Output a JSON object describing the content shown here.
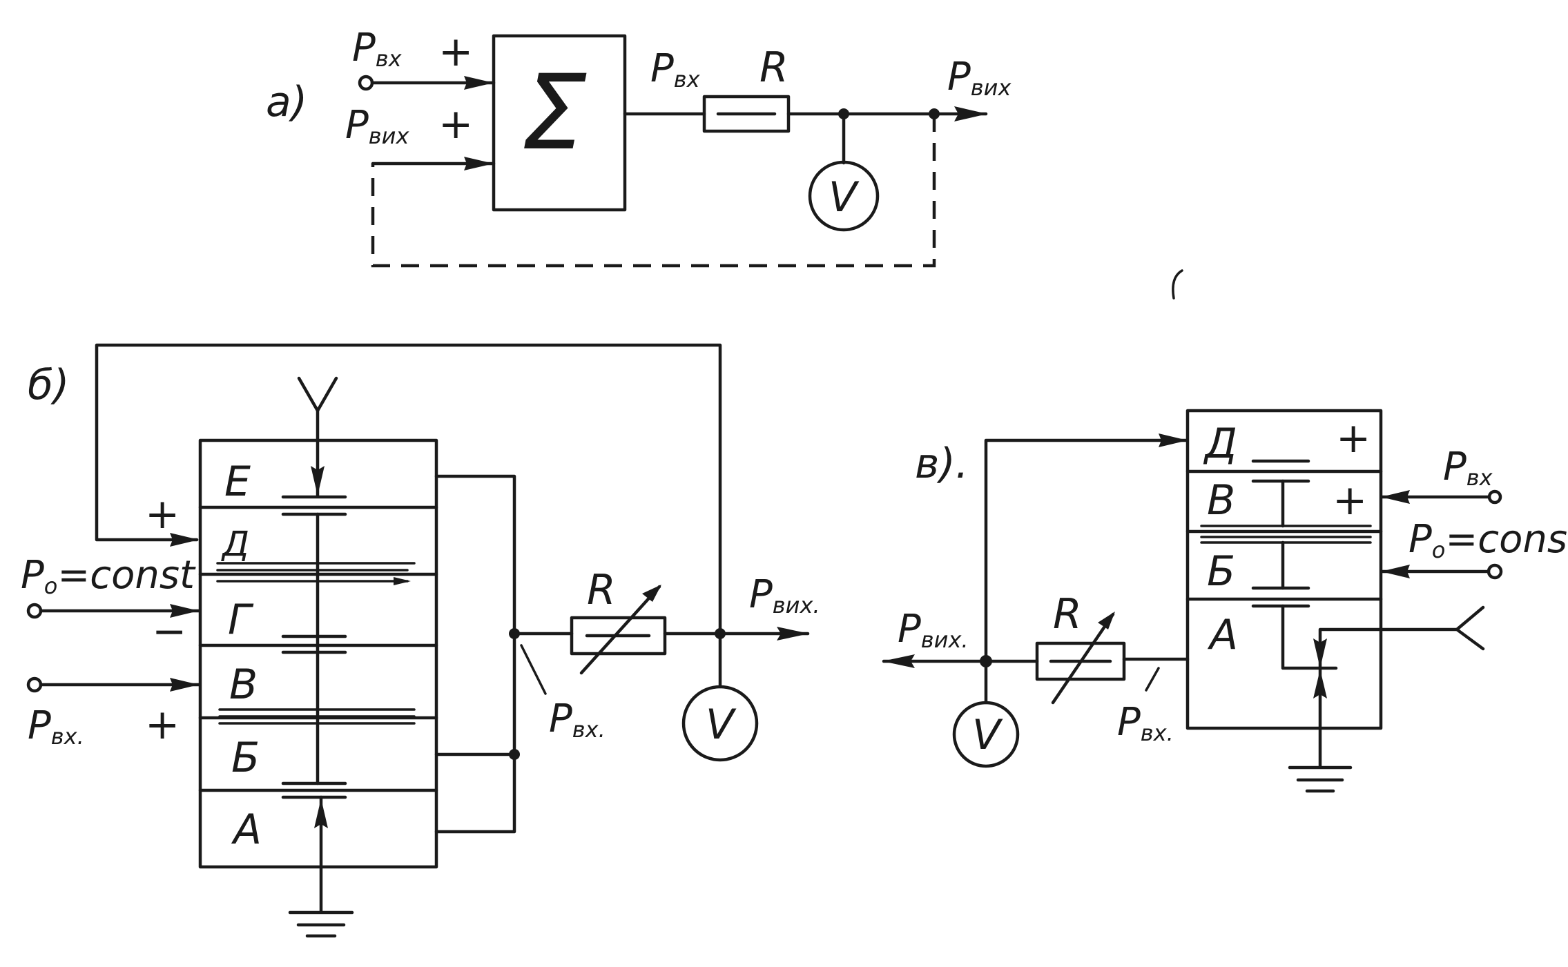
{
  "panels": {
    "a": {
      "label": "а)",
      "in_top": "P",
      "in_top_sub": "вх",
      "sign_top": "+",
      "in_bottom": "P",
      "in_bottom_sub": "вих",
      "sign_bottom": "+",
      "sum_symbol": "Σ",
      "mid_label": "P",
      "mid_label_sub": "вх",
      "resistor": "R",
      "out_label": "P",
      "out_label_sub": "вих",
      "meter": "V"
    },
    "b": {
      "label": "б)",
      "chambers": [
        "Е",
        "Д",
        "Г",
        "В",
        "Б",
        "А"
      ],
      "p0": "P",
      "p0_sub": "o",
      "p0_rest": "=const",
      "minus": "−",
      "plus_top": "+",
      "plus_bottom": "+",
      "pin": "P",
      "pin_sub": "вх.",
      "pin2": "P",
      "pin2_sub": "вх.",
      "resistor": "R",
      "out_label": "P",
      "out_label_sub": "вих.",
      "meter": "V"
    },
    "c": {
      "label": "в).",
      "chambers": [
        "Д",
        "В",
        "Б",
        "А"
      ],
      "plus_1": "+",
      "plus_2": "+",
      "pin": "P",
      "pin_sub": "вх",
      "p0": "P",
      "p0_sub": "o",
      "p0_rest": "=const",
      "resistor": "R",
      "out_label": "P",
      "out_label_sub": "вих.",
      "pin2": "P",
      "pin2_sub": "вх.",
      "meter": "V"
    }
  },
  "colors": {
    "ink": "#1a1a1a",
    "paper": "#ffffff"
  }
}
